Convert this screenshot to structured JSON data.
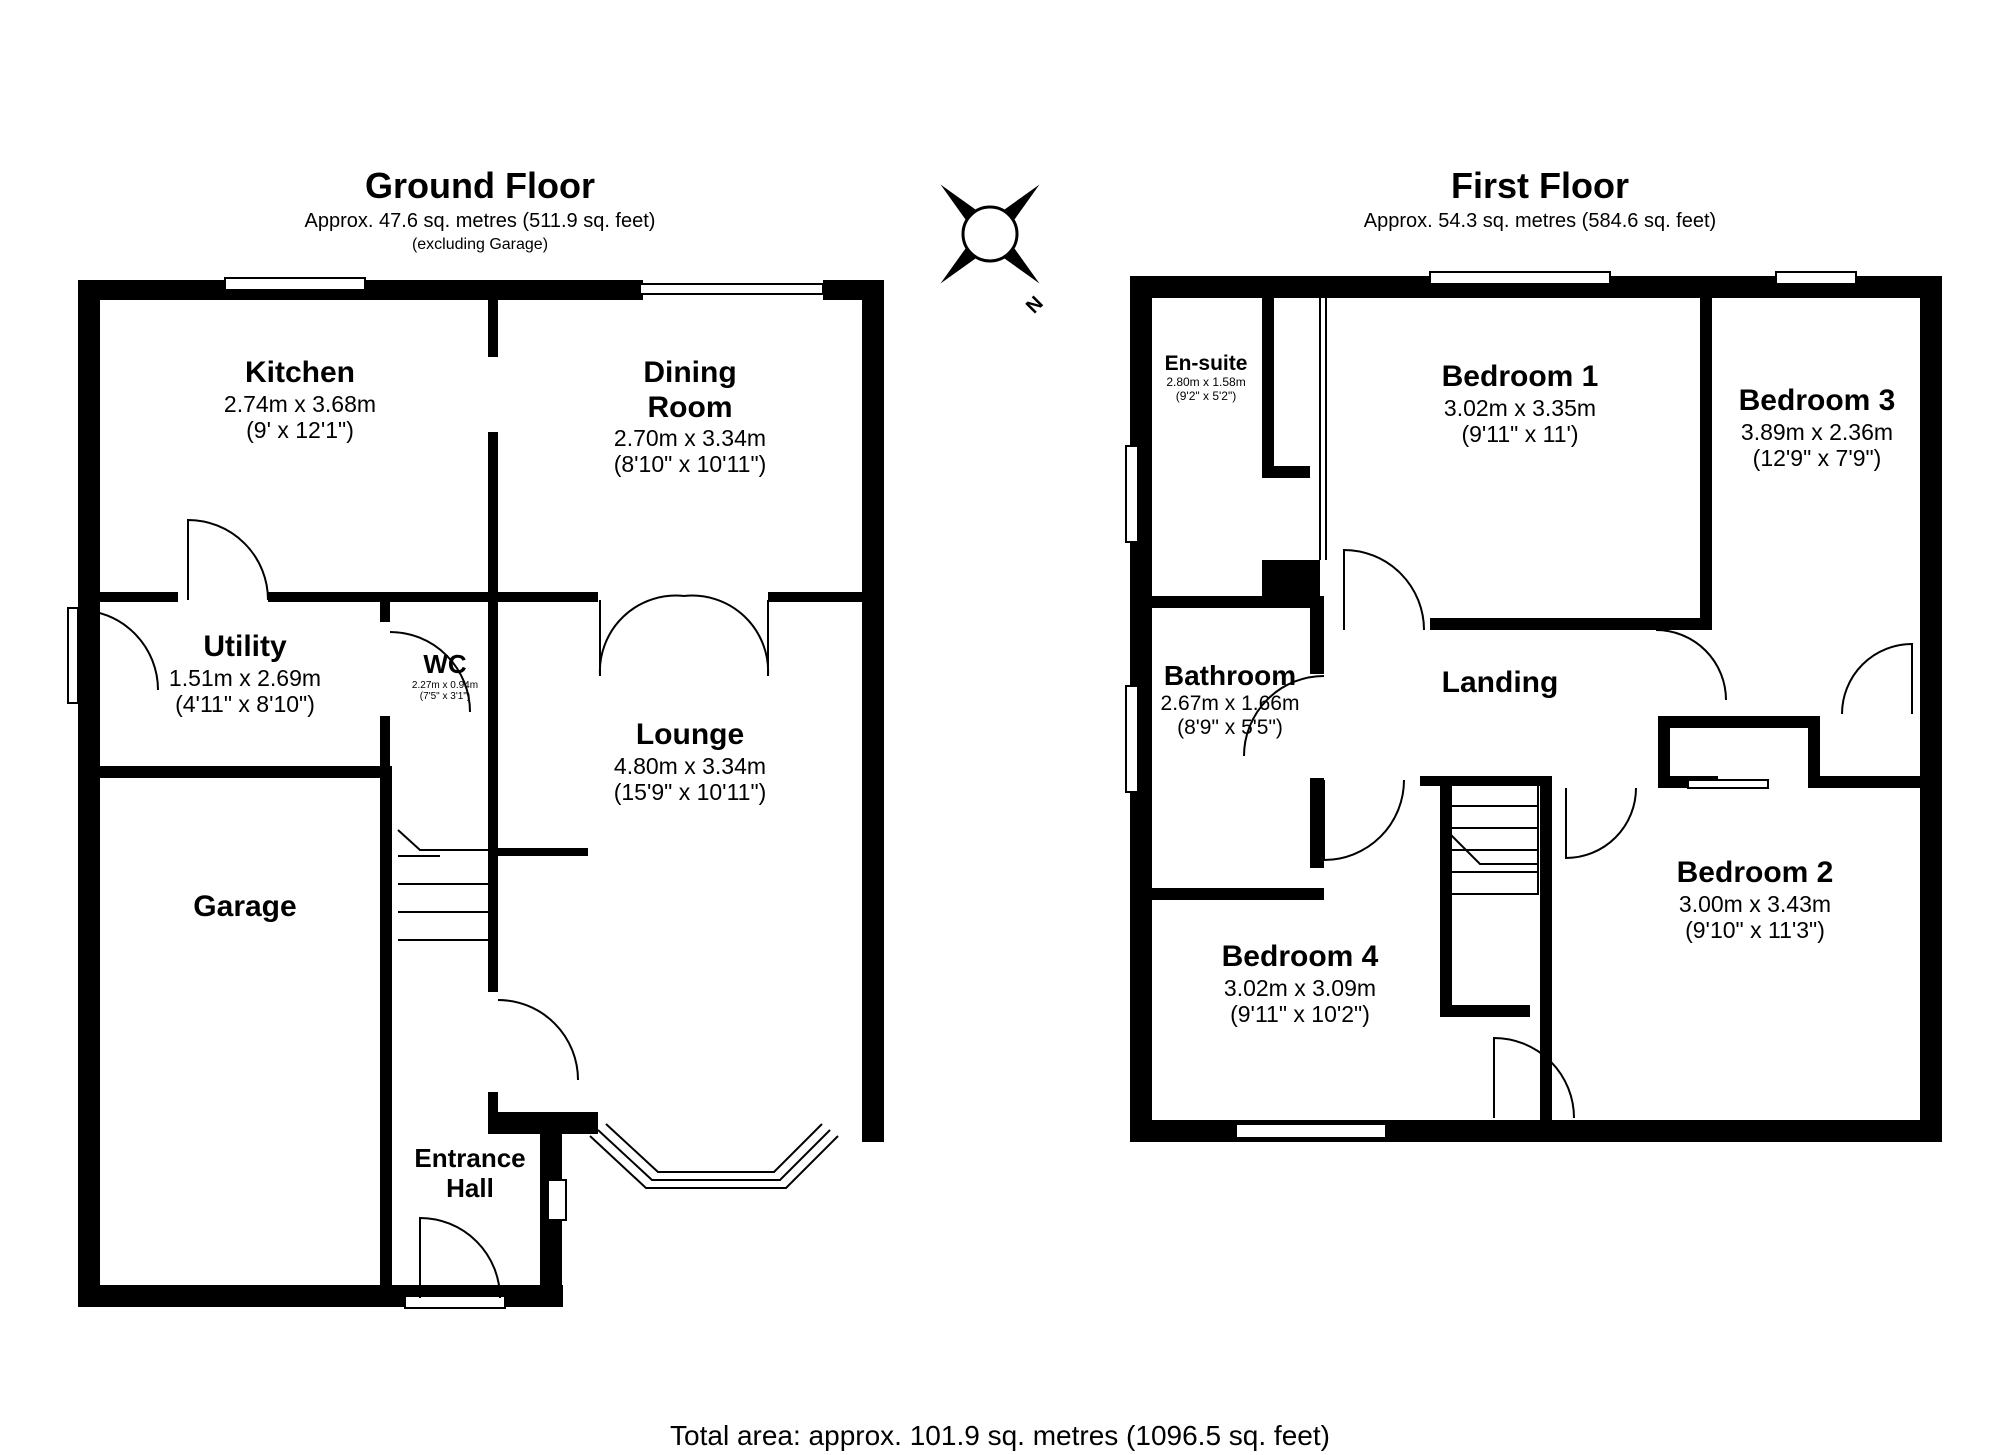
{
  "ground_floor": {
    "title": "Ground Floor",
    "area": "Approx. 47.6 sq. metres (511.9 sq. feet)",
    "note": "(excluding Garage)",
    "rooms": {
      "kitchen": {
        "name": "Kitchen",
        "metric": "2.74m x 3.68m",
        "imperial": "(9' x 12'1\")"
      },
      "dining": {
        "name1": "Dining",
        "name2": "Room",
        "metric": "2.70m x 3.34m",
        "imperial": "(8'10\" x 10'11\")"
      },
      "utility": {
        "name": "Utility",
        "metric": "1.51m x 2.69m",
        "imperial": "(4'11\" x 8'10\")"
      },
      "wc": {
        "name": "WC",
        "metric": "2.27m x 0.94m",
        "imperial": "(7'5\" x 3'1\")"
      },
      "lounge": {
        "name": "Lounge",
        "metric": "4.80m x 3.34m",
        "imperial": "(15'9\" x 10'11\")"
      },
      "garage": {
        "name": "Garage"
      },
      "hall": {
        "name1": "Entrance",
        "name2": "Hall"
      }
    }
  },
  "first_floor": {
    "title": "First Floor",
    "area": "Approx. 54.3 sq. metres (584.6 sq. feet)",
    "rooms": {
      "ensuite": {
        "name": "En-suite",
        "metric": "2.80m x 1.58m",
        "imperial": "(9'2\" x 5'2\")"
      },
      "bedroom1": {
        "name": "Bedroom 1",
        "metric": "3.02m x 3.35m",
        "imperial": "(9'11\" x 11')"
      },
      "bedroom3": {
        "name": "Bedroom 3",
        "metric": "3.89m x 2.36m",
        "imperial": "(12'9\" x 7'9\")"
      },
      "bathroom": {
        "name": "Bathroom",
        "metric": "2.67m x 1.66m",
        "imperial": "(8'9\" x 5'5\")"
      },
      "landing": {
        "name": "Landing"
      },
      "bedroom2": {
        "name": "Bedroom 2",
        "metric": "3.00m x 3.43m",
        "imperial": "(9'10\" x 11'3\")"
      },
      "bedroom4": {
        "name": "Bedroom 4",
        "metric": "3.02m x 3.09m",
        "imperial": "(9'11\" x 10'2\")"
      }
    }
  },
  "compass": {
    "icon": "compass-icon",
    "label": "N"
  },
  "total_area": "Total area: approx. 101.9 sq. metres (1096.5 sq. feet)"
}
